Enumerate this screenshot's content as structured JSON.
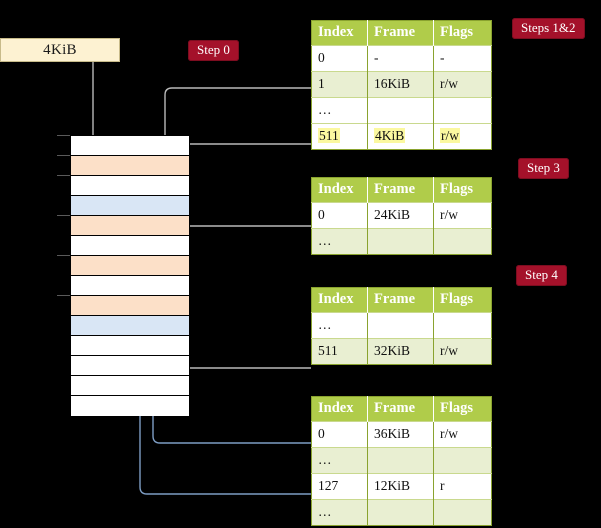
{
  "diagram": {
    "title_badges": {
      "step0": "Step 0",
      "steps12": "Steps 1&2",
      "step3": "Step 3",
      "step4": "Step 4"
    },
    "virtual_address": {
      "label": "4KiB"
    },
    "column_headers": [
      "Index",
      "Frame",
      "Flags"
    ],
    "tables": [
      {
        "name": "level-4-table",
        "rows": [
          {
            "index": "0",
            "frame": "-",
            "flags": "-",
            "style": "plain",
            "highlight": false
          },
          {
            "index": "1",
            "frame": "16KiB",
            "flags": "r/w",
            "style": "alt",
            "highlight": false
          },
          {
            "index": "…",
            "frame": "",
            "flags": "",
            "style": "plain",
            "highlight": false
          },
          {
            "index": "511",
            "frame": "4KiB",
            "flags": "r/w",
            "style": "hlrow",
            "highlight": true
          }
        ]
      },
      {
        "name": "level-3-table",
        "rows": [
          {
            "index": "0",
            "frame": "24KiB",
            "flags": "r/w",
            "style": "plain",
            "highlight": false
          },
          {
            "index": "…",
            "frame": "",
            "flags": "",
            "style": "alt",
            "highlight": false
          }
        ]
      },
      {
        "name": "level-2-table",
        "rows": [
          {
            "index": "…",
            "frame": "",
            "flags": "",
            "style": "plain",
            "highlight": false
          },
          {
            "index": "511",
            "frame": "32KiB",
            "flags": "r/w",
            "style": "alt",
            "highlight": false
          }
        ]
      },
      {
        "name": "level-1-table",
        "rows": [
          {
            "index": "0",
            "frame": "36KiB",
            "flags": "r/w",
            "style": "plain",
            "highlight": false
          },
          {
            "index": "…",
            "frame": "",
            "flags": "",
            "style": "alt",
            "highlight": false
          },
          {
            "index": "127",
            "frame": "12KiB",
            "flags": "r",
            "style": "plain",
            "highlight": false
          },
          {
            "index": "…",
            "frame": "",
            "flags": "",
            "style": "alt",
            "highlight": false
          }
        ]
      }
    ],
    "memory_column": {
      "name": "physical-memory",
      "cells": [
        {
          "fill": "white"
        },
        {
          "fill": "orange"
        },
        {
          "fill": "white"
        },
        {
          "fill": "blue"
        },
        {
          "fill": "orange"
        },
        {
          "fill": "white"
        },
        {
          "fill": "orange"
        },
        {
          "fill": "white"
        },
        {
          "fill": "orange"
        },
        {
          "fill": "blue"
        },
        {
          "fill": "white"
        },
        {
          "fill": "white"
        },
        {
          "fill": "white"
        },
        {
          "fill": "white"
        }
      ]
    },
    "colors": {
      "background": "#000000",
      "badge": "#a4112a",
      "table_header": "#b0cc4a",
      "table_alt_row": "#e9efd2",
      "highlight": "#fbf8a0",
      "vaddr_box": "#fdf2d2",
      "mem_orange": "#fce0c8",
      "mem_blue": "#d9e6f5",
      "connector_gray": "#b9b9b9",
      "connector_blue": "#7d9dc4"
    }
  }
}
